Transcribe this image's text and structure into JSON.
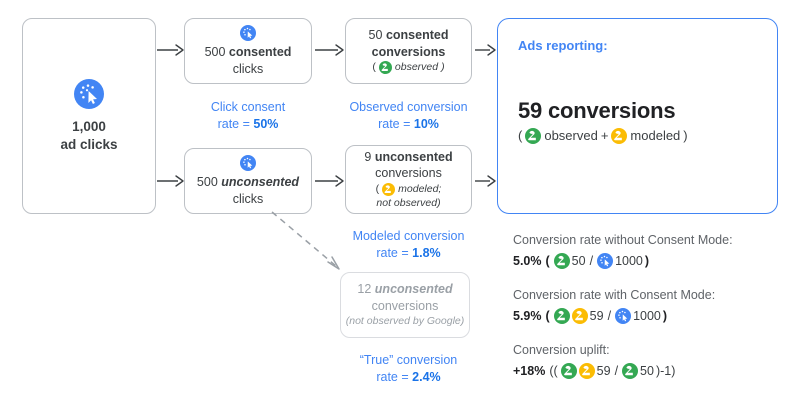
{
  "diagram": {
    "title": "Google Ads Consent Mode conversion modeling flow",
    "accent_blue": "#4285f4",
    "accent_green": "#34a853",
    "accent_amber": "#fbbc04",
    "grey_text": "#9aa0a6"
  },
  "boxes": {
    "ad_clicks": {
      "icon": "ad-click-icon",
      "value": "1,000",
      "label": "ad clicks"
    },
    "consented_clicks": {
      "icon": "ad-click-icon",
      "count": "500",
      "emphasis": "consented",
      "label": "clicks"
    },
    "unconsented_clicks": {
      "icon": "ad-click-icon",
      "count": "500",
      "emphasis": "unconsented",
      "label": "clicks"
    },
    "consented_conversions": {
      "count": "50",
      "emphasis": "consented",
      "label": "conversions",
      "note_open": "(",
      "note_icon": "conversion-observed-icon",
      "note": "observed",
      "note_close": ")"
    },
    "unconsented_conversions": {
      "count": "9",
      "emphasis": "unconsented",
      "label": "conversions",
      "note_open": "(",
      "note_icon": "conversion-modeled-icon",
      "note_line1": "modeled;",
      "note_line2": "not observed)"
    },
    "true_unconsented_conversions": {
      "count": "12",
      "emphasis": "unconsented",
      "label": "conversions",
      "note": "(not observed by Google)"
    },
    "ads_reporting": {
      "title": "Ads reporting:",
      "headline": "59 conversions",
      "detail_open": "(",
      "observed_icon": "conversion-observed-icon",
      "observed_label": "observed",
      "plus": "+",
      "modeled_icon": "conversion-modeled-icon",
      "modeled_label": "modeled",
      "detail_close": ")"
    }
  },
  "labels": {
    "click_consent_rate": {
      "line1": "Click consent",
      "line2_prefix": "rate = ",
      "value": "50%"
    },
    "observed_conversion_rate": {
      "line1": "Observed conversion",
      "line2_prefix": "rate = ",
      "value": "10%"
    },
    "modeled_conversion_rate": {
      "line1": "Modeled conversion",
      "line2_prefix": "rate = ",
      "value": "1.8%"
    },
    "true_conversion_rate": {
      "line1": "“True” conversion",
      "line2_prefix": "rate = ",
      "value": "2.4%"
    }
  },
  "stats": [
    {
      "name": "conversion-rate-without-consent-mode",
      "heading": "Conversion rate without Consent Mode:",
      "value": "5.0%",
      "formula_open": "(",
      "terms": [
        {
          "icon": "conversion-observed-icon",
          "text": "50"
        },
        {
          "icon": null,
          "text": "/"
        },
        {
          "icon": "ad-click-icon",
          "text": "1000"
        }
      ],
      "formula_close": ")"
    },
    {
      "name": "conversion-rate-with-consent-mode",
      "heading": "Conversion rate with Consent Mode:",
      "value": "5.9%",
      "formula_open": "(",
      "terms": [
        {
          "icon": "conversion-observed-icon",
          "text": ""
        },
        {
          "icon": "conversion-modeled-icon",
          "text": "59"
        },
        {
          "icon": null,
          "text": "/"
        },
        {
          "icon": "ad-click-icon",
          "text": "1000"
        }
      ],
      "formula_close": ")"
    },
    {
      "name": "conversion-uplift",
      "heading": "Conversion uplift:",
      "value": "+18%",
      "formula_open": "((",
      "terms": [
        {
          "icon": "conversion-observed-icon",
          "text": ""
        },
        {
          "icon": "conversion-modeled-icon",
          "text": "59"
        },
        {
          "icon": null,
          "text": "/"
        },
        {
          "icon": "conversion-observed-icon",
          "text": "50"
        }
      ],
      "formula_close": ")-1)"
    }
  ]
}
